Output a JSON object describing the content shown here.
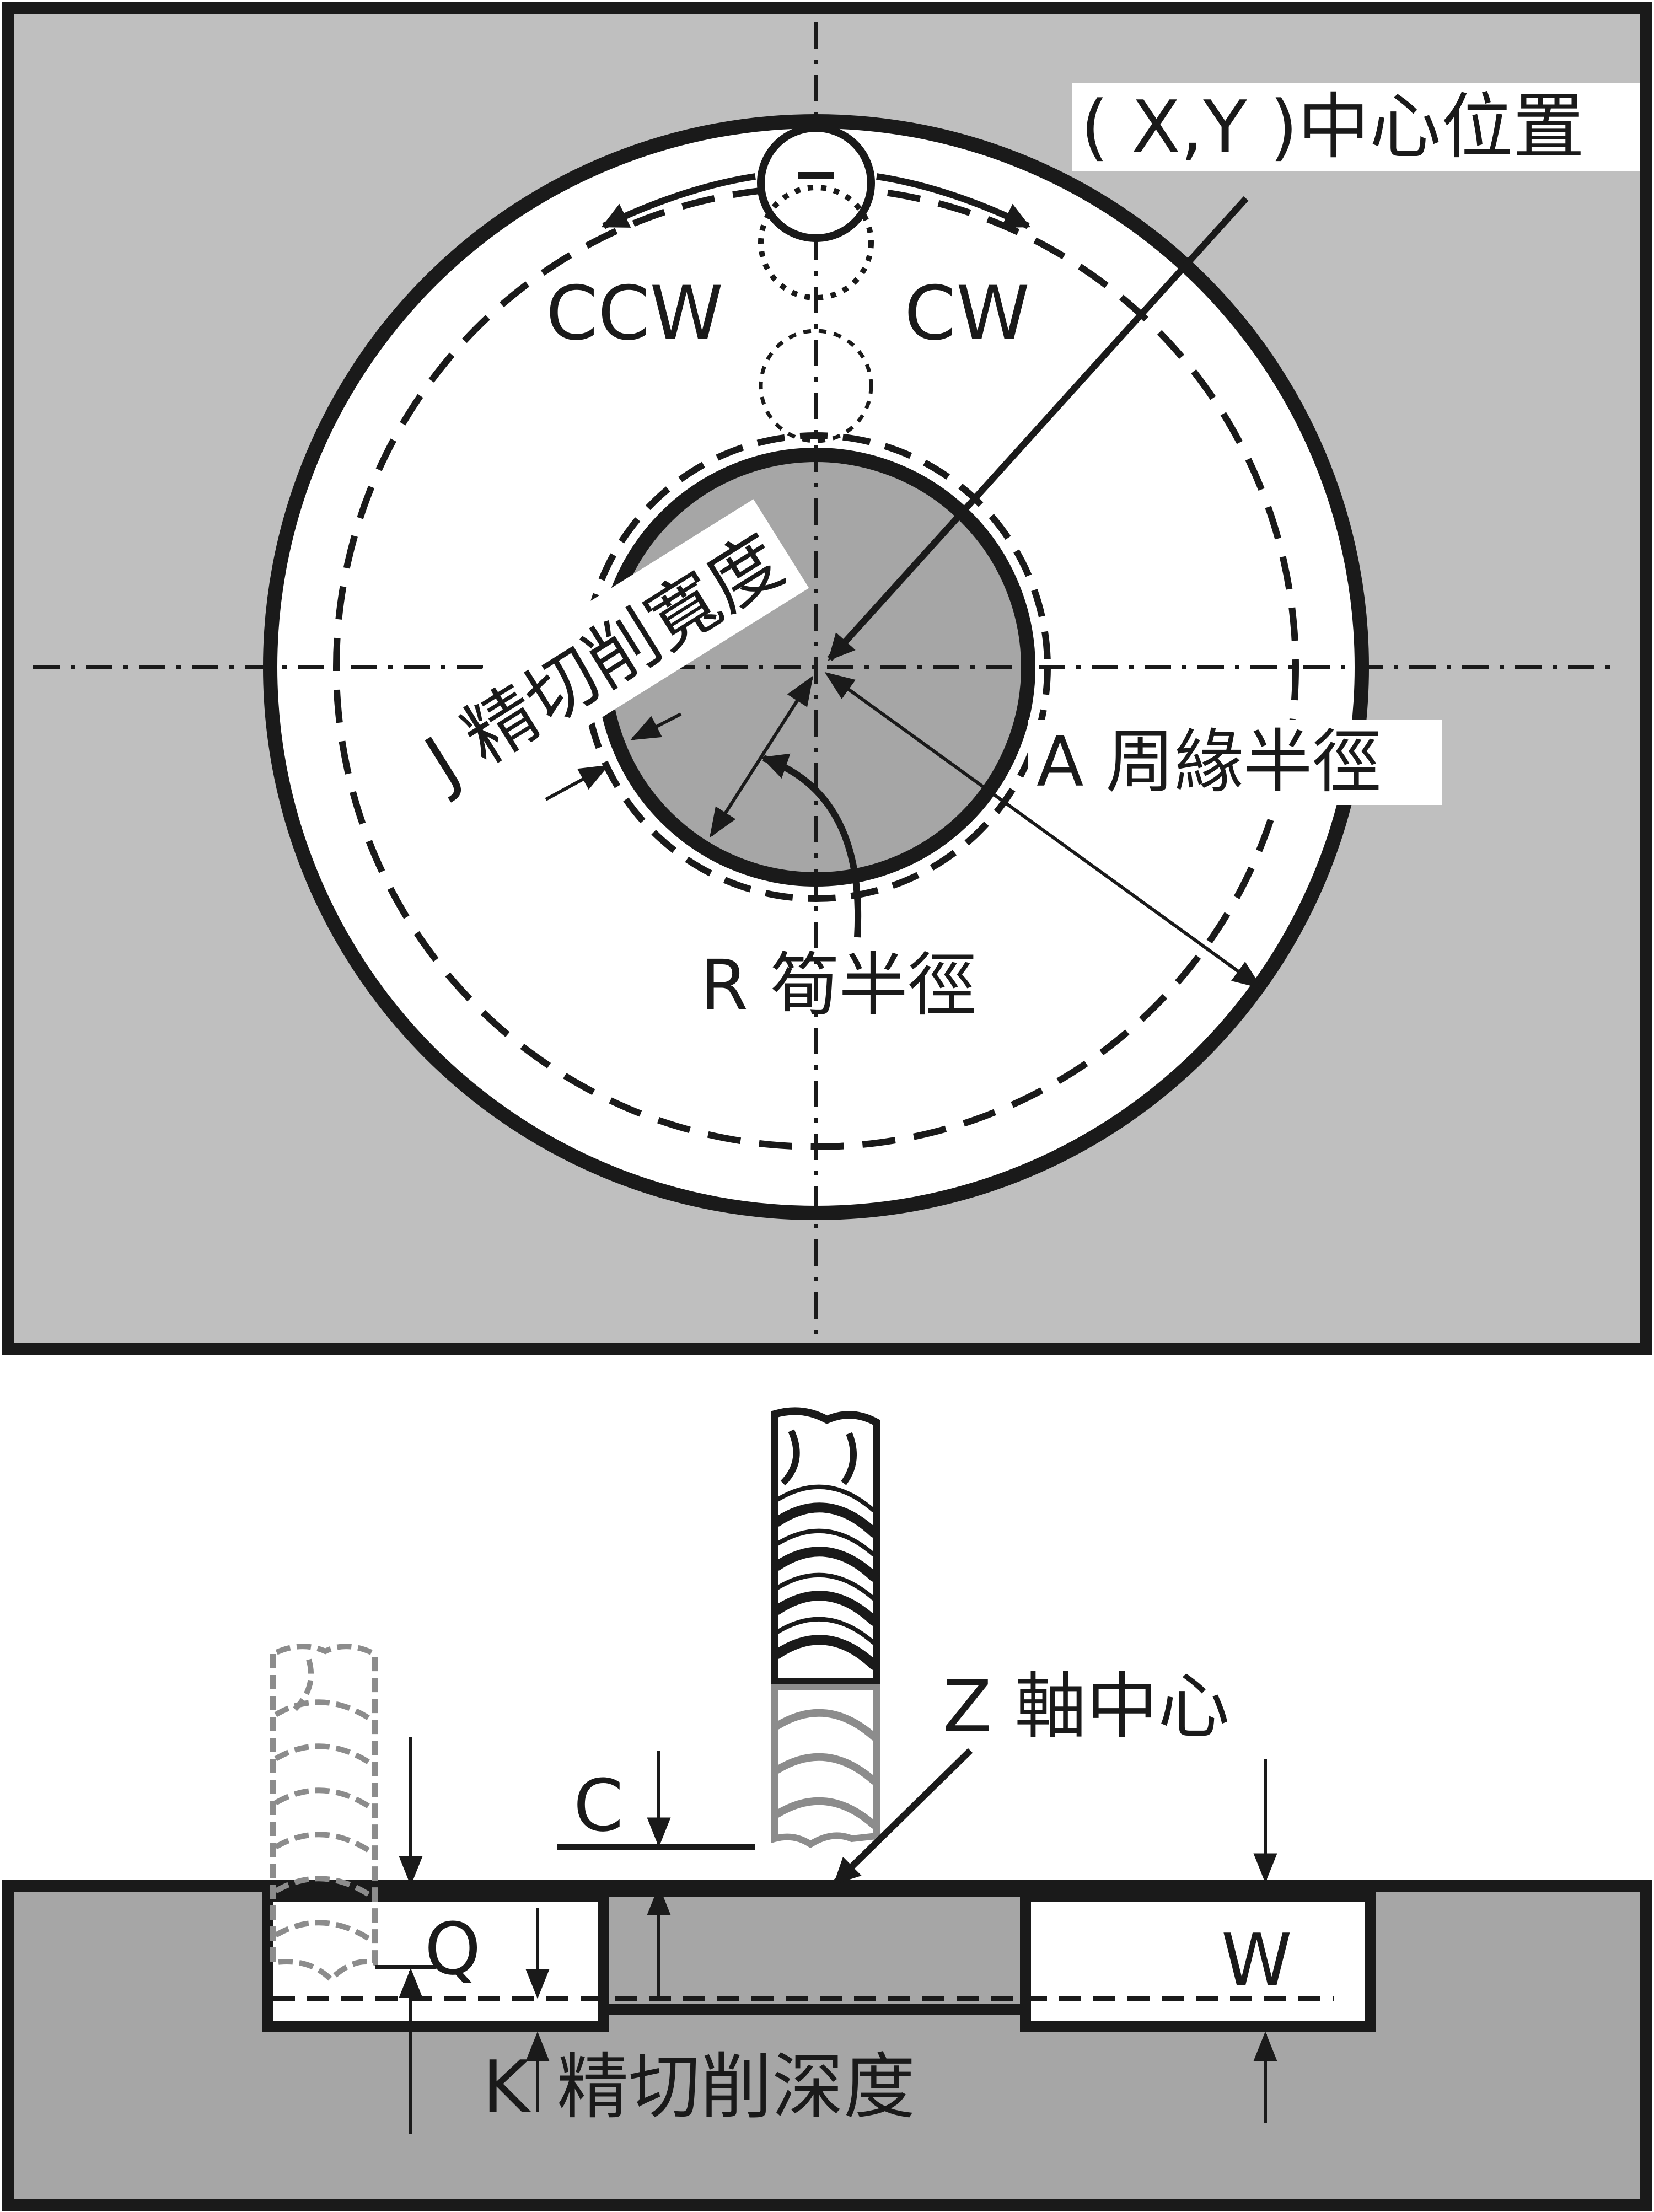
{
  "colors": {
    "plate": "#bfbfbf",
    "pocket": "#ffffff",
    "island": "#a6a6a6",
    "section": "#a6a6a6",
    "ink": "#1a1a1a",
    "phantom_tool": "#8c8c8c"
  },
  "top_view": {
    "label_center": "( X,Y )中心位置",
    "label_ccw": "CCW",
    "label_cw": "CW",
    "label_finish_width": "J 精切削寬度",
    "label_periphery_radius": "A 周緣半徑",
    "label_boss_radius": "R 筍半徑"
  },
  "side_view": {
    "label_z_center": "Z 軸中心",
    "label_c": "C",
    "label_q": "Q",
    "label_w": "W",
    "label_k_letter": "K",
    "label_finish_depth": "精切削深度"
  },
  "icons": {
    "end_mill": "end-mill-icon",
    "end_mill_phantom": "end-mill-phantom-icon"
  }
}
